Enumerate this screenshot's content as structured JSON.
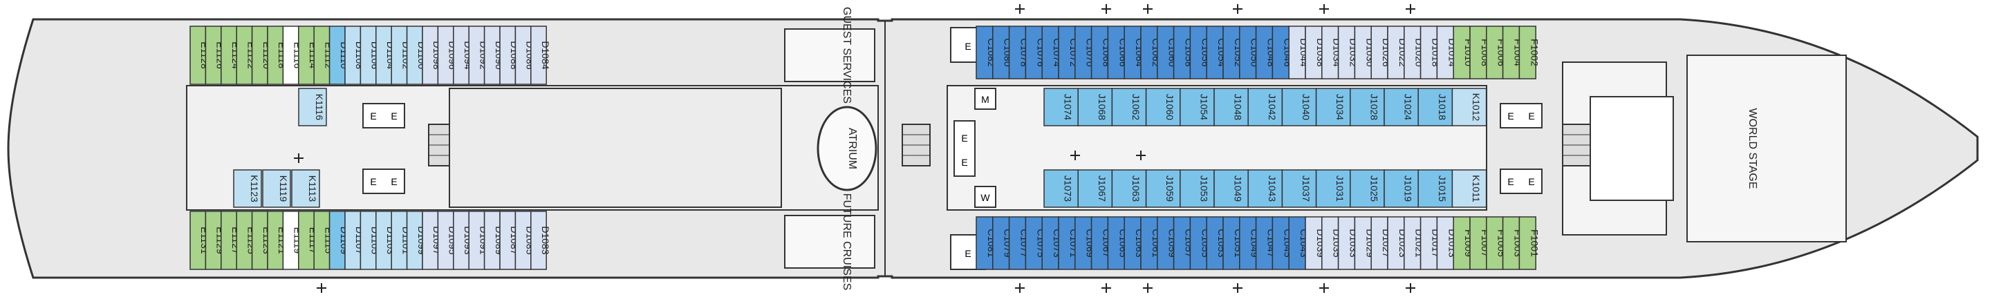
{
  "areas": {
    "guest_services": "GUEST SERVICES",
    "atrium": "ATRIUM",
    "future_cruises": "FUTURE CRUISES",
    "world_stage": "WORLD STAGE"
  },
  "colors": {
    "hull": "#e8e8e8",
    "outline": "#333333",
    "green": "#a8d38a",
    "light_blue": "#bfe0f3",
    "mid_blue": "#7cc3ea",
    "dark_blue": "#4a8fd6",
    "lavender": "#d9e2f3",
    "white": "#ffffff"
  },
  "signs": {
    "elevator": "E",
    "men": "M",
    "women": "W"
  },
  "rows": [
    {
      "id": "top-outer-aft",
      "cabins": [
        {
          "n": "E1128",
          "c": "green"
        },
        {
          "n": "E1126",
          "c": "green"
        },
        {
          "n": "E1124",
          "c": "green"
        },
        {
          "n": "E1122",
          "c": "green"
        },
        {
          "n": "E1120",
          "c": "green"
        },
        {
          "n": "E1118",
          "c": "green"
        },
        {
          "n": "E1116",
          "c": "white"
        },
        {
          "n": "E1114",
          "c": "green"
        },
        {
          "n": "E1112",
          "c": "green"
        },
        {
          "n": "D1110",
          "c": "mid_blue"
        },
        {
          "n": "D1108",
          "c": "light_blue"
        },
        {
          "n": "D1106",
          "c": "light_blue"
        },
        {
          "n": "D1104",
          "c": "light_blue"
        },
        {
          "n": "D1102",
          "c": "light_blue"
        },
        {
          "n": "D1100",
          "c": "light_blue"
        },
        {
          "n": "D1098",
          "c": "lavender"
        },
        {
          "n": "D1096",
          "c": "lavender"
        },
        {
          "n": "D1094",
          "c": "lavender"
        },
        {
          "n": "D1092",
          "c": "lavender"
        },
        {
          "n": "D1090",
          "c": "lavender"
        },
        {
          "n": "D1088",
          "c": "lavender"
        },
        {
          "n": "D1086",
          "c": "lavender"
        },
        {
          "n": "D1084",
          "c": "lavender"
        }
      ]
    },
    {
      "id": "bottom-outer-aft",
      "cabins": [
        {
          "n": "E1131",
          "c": "green"
        },
        {
          "n": "E1129",
          "c": "green"
        },
        {
          "n": "E1127",
          "c": "green"
        },
        {
          "n": "E1125",
          "c": "green"
        },
        {
          "n": "E1123",
          "c": "green"
        },
        {
          "n": "E1121",
          "c": "green"
        },
        {
          "n": "E1119",
          "c": "white"
        },
        {
          "n": "E1117",
          "c": "green"
        },
        {
          "n": "E1115",
          "c": "green"
        },
        {
          "n": "D1109",
          "c": "mid_blue"
        },
        {
          "n": "D1107",
          "c": "light_blue"
        },
        {
          "n": "D1105",
          "c": "light_blue"
        },
        {
          "n": "D1103",
          "c": "light_blue"
        },
        {
          "n": "D1101",
          "c": "light_blue"
        },
        {
          "n": "D1099",
          "c": "light_blue"
        },
        {
          "n": "D1097",
          "c": "lavender"
        },
        {
          "n": "D1095",
          "c": "lavender"
        },
        {
          "n": "D1093",
          "c": "lavender"
        },
        {
          "n": "D1091",
          "c": "lavender"
        },
        {
          "n": "D1089",
          "c": "lavender"
        },
        {
          "n": "D1087",
          "c": "lavender"
        },
        {
          "n": "D1085",
          "c": "lavender"
        },
        {
          "n": "D1083",
          "c": "lavender"
        }
      ]
    },
    {
      "id": "top-outer-fwd",
      "cabins": [
        {
          "n": "C1082",
          "c": "dark_blue"
        },
        {
          "n": "C1080",
          "c": "dark_blue"
        },
        {
          "n": "C1078",
          "c": "dark_blue"
        },
        {
          "n": "C1076",
          "c": "dark_blue"
        },
        {
          "n": "C1074",
          "c": "dark_blue"
        },
        {
          "n": "C1072",
          "c": "dark_blue"
        },
        {
          "n": "C1070",
          "c": "dark_blue"
        },
        {
          "n": "C1068",
          "c": "dark_blue"
        },
        {
          "n": "C1066",
          "c": "dark_blue"
        },
        {
          "n": "C1064",
          "c": "dark_blue"
        },
        {
          "n": "C1062",
          "c": "dark_blue"
        },
        {
          "n": "C1060",
          "c": "dark_blue"
        },
        {
          "n": "C1058",
          "c": "dark_blue"
        },
        {
          "n": "C1056",
          "c": "dark_blue"
        },
        {
          "n": "C1054",
          "c": "dark_blue"
        },
        {
          "n": "C1052",
          "c": "dark_blue"
        },
        {
          "n": "C1050",
          "c": "dark_blue"
        },
        {
          "n": "C1048",
          "c": "dark_blue"
        },
        {
          "n": "C1046",
          "c": "dark_blue"
        },
        {
          "n": "D1044",
          "c": "lavender"
        },
        {
          "n": "D1038",
          "c": "lavender"
        },
        {
          "n": "D1034",
          "c": "lavender"
        },
        {
          "n": "D1032",
          "c": "lavender"
        },
        {
          "n": "D1030",
          "c": "lavender"
        },
        {
          "n": "D1026",
          "c": "lavender"
        },
        {
          "n": "D1022",
          "c": "lavender"
        },
        {
          "n": "D1020",
          "c": "lavender"
        },
        {
          "n": "D1018",
          "c": "lavender"
        },
        {
          "n": "D1014",
          "c": "lavender"
        },
        {
          "n": "F1010",
          "c": "green"
        },
        {
          "n": "F1008",
          "c": "green"
        },
        {
          "n": "F1006",
          "c": "green"
        },
        {
          "n": "F1004",
          "c": "green"
        },
        {
          "n": "F1002",
          "c": "green"
        }
      ]
    },
    {
      "id": "bottom-outer-fwd",
      "cabins": [
        {
          "n": "C1081",
          "c": "dark_blue"
        },
        {
          "n": "C1079",
          "c": "dark_blue"
        },
        {
          "n": "C1077",
          "c": "dark_blue"
        },
        {
          "n": "C1075",
          "c": "dark_blue"
        },
        {
          "n": "C1073",
          "c": "dark_blue"
        },
        {
          "n": "C1071",
          "c": "dark_blue"
        },
        {
          "n": "C1069",
          "c": "dark_blue"
        },
        {
          "n": "C1067",
          "c": "dark_blue"
        },
        {
          "n": "C1065",
          "c": "dark_blue"
        },
        {
          "n": "C1063",
          "c": "dark_blue"
        },
        {
          "n": "C1061",
          "c": "dark_blue"
        },
        {
          "n": "C1059",
          "c": "dark_blue"
        },
        {
          "n": "C1057",
          "c": "dark_blue"
        },
        {
          "n": "C1055",
          "c": "dark_blue"
        },
        {
          "n": "C1053",
          "c": "dark_blue"
        },
        {
          "n": "C1051",
          "c": "dark_blue"
        },
        {
          "n": "C1049",
          "c": "dark_blue"
        },
        {
          "n": "C1047",
          "c": "dark_blue"
        },
        {
          "n": "C1045",
          "c": "dark_blue"
        },
        {
          "n": "C1043",
          "c": "dark_blue"
        },
        {
          "n": "D1039",
          "c": "lavender"
        },
        {
          "n": "D1035",
          "c": "lavender"
        },
        {
          "n": "D1033",
          "c": "lavender"
        },
        {
          "n": "D1029",
          "c": "lavender"
        },
        {
          "n": "D1027",
          "c": "lavender"
        },
        {
          "n": "D1023",
          "c": "lavender"
        },
        {
          "n": "D1021",
          "c": "lavender"
        },
        {
          "n": "D1017",
          "c": "lavender"
        },
        {
          "n": "D1013",
          "c": "lavender"
        },
        {
          "n": "F1009",
          "c": "green"
        },
        {
          "n": "F1007",
          "c": "green"
        },
        {
          "n": "F1005",
          "c": "green"
        },
        {
          "n": "F1003",
          "c": "green"
        },
        {
          "n": "F1001",
          "c": "green"
        }
      ]
    },
    {
      "id": "top-inner",
      "cabins": [
        {
          "n": "J1074",
          "c": "mid_blue"
        },
        {
          "n": "J1068",
          "c": "mid_blue"
        },
        {
          "n": "J1062",
          "c": "mid_blue"
        },
        {
          "n": "J1060",
          "c": "mid_blue"
        },
        {
          "n": "J1054",
          "c": "mid_blue"
        },
        {
          "n": "J1048",
          "c": "mid_blue"
        },
        {
          "n": "J1042",
          "c": "mid_blue"
        },
        {
          "n": "J1040",
          "c": "mid_blue"
        },
        {
          "n": "J1034",
          "c": "mid_blue"
        },
        {
          "n": "J1028",
          "c": "mid_blue"
        },
        {
          "n": "J1024",
          "c": "mid_blue"
        },
        {
          "n": "J1018",
          "c": "mid_blue"
        },
        {
          "n": "K1012",
          "c": "light_blue"
        }
      ]
    },
    {
      "id": "bottom-inner",
      "cabins": [
        {
          "n": "J1073",
          "c": "mid_blue"
        },
        {
          "n": "J1067",
          "c": "mid_blue"
        },
        {
          "n": "J1063",
          "c": "mid_blue"
        },
        {
          "n": "J1059",
          "c": "mid_blue"
        },
        {
          "n": "J1053",
          "c": "mid_blue"
        },
        {
          "n": "J1049",
          "c": "mid_blue"
        },
        {
          "n": "J1043",
          "c": "mid_blue"
        },
        {
          "n": "J1037",
          "c": "mid_blue"
        },
        {
          "n": "J1031",
          "c": "mid_blue"
        },
        {
          "n": "J1025",
          "c": "mid_blue"
        },
        {
          "n": "J1019",
          "c": "mid_blue"
        },
        {
          "n": "J1015",
          "c": "mid_blue"
        },
        {
          "n": "K1011",
          "c": "light_blue"
        }
      ]
    },
    {
      "id": "k-aft",
      "cabins": [
        {
          "n": "K1116",
          "c": "light_blue"
        },
        {
          "n": "K1123",
          "c": "light_blue"
        },
        {
          "n": "K1119",
          "c": "light_blue"
        },
        {
          "n": "K1113",
          "c": "light_blue"
        }
      ]
    }
  ]
}
